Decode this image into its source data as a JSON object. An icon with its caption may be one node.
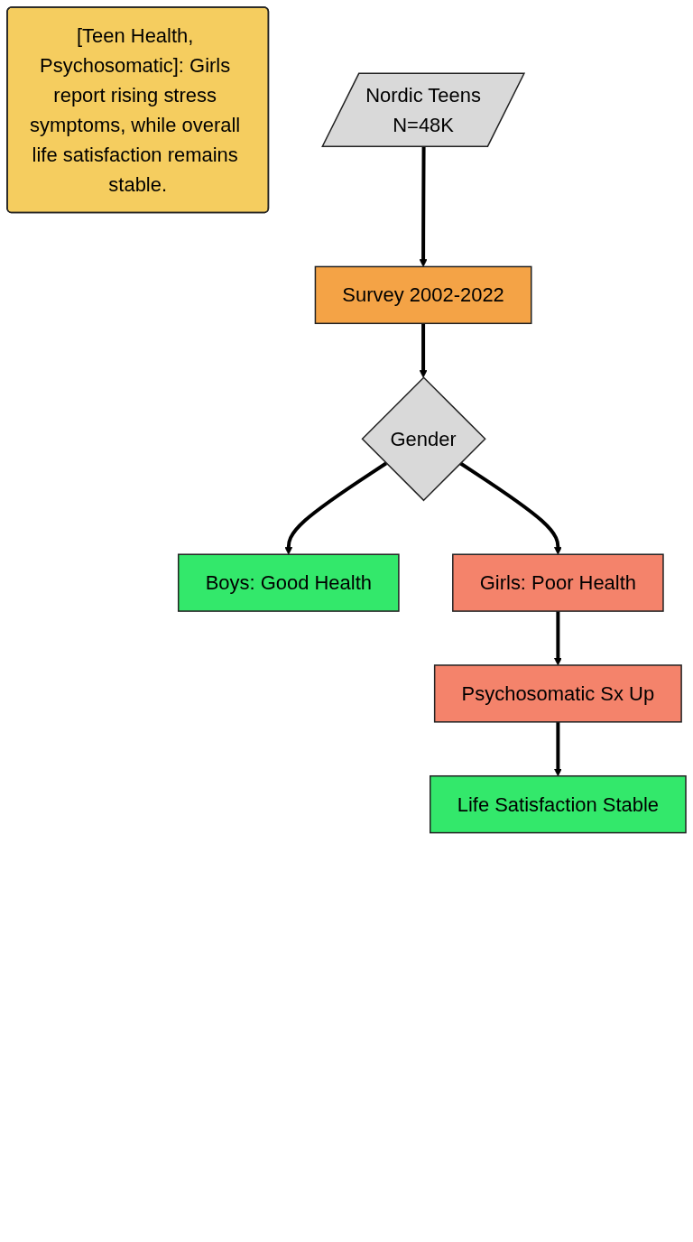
{
  "diagram": {
    "nodes": [
      {
        "text": [
          "[Teen Health, Psychosomatic]: Girls report rising stress symptoms, while overall life satisfaction remains stable."
        ]
      },
      {
        "text": [
          "Nordic Teens",
          "N=48K"
        ]
      },
      {
        "text": [
          "Survey 2002-2022"
        ]
      },
      {
        "text": [
          "Gender"
        ]
      },
      {
        "text": [
          "Boys: Good Health"
        ]
      },
      {
        "text": [
          "Girls: Poor Health"
        ]
      },
      {
        "text": [
          "Psychosomatic Sx Up"
        ]
      },
      {
        "text": [
          "Life Satisfaction Stable"
        ]
      }
    ],
    "edges": [
      {
        "from": 1,
        "to": 2,
        "arrow": "to"
      },
      {
        "from": 2,
        "to": 3,
        "arrow": "to"
      },
      {
        "from": 3,
        "to": 4,
        "arrow": "to"
      },
      {
        "from": 3,
        "to": 5,
        "arrow": "to"
      },
      {
        "from": 5,
        "to": 6,
        "arrow": "to"
      },
      {
        "from": 6,
        "to": 7,
        "arrow": "to"
      }
    ]
  }
}
